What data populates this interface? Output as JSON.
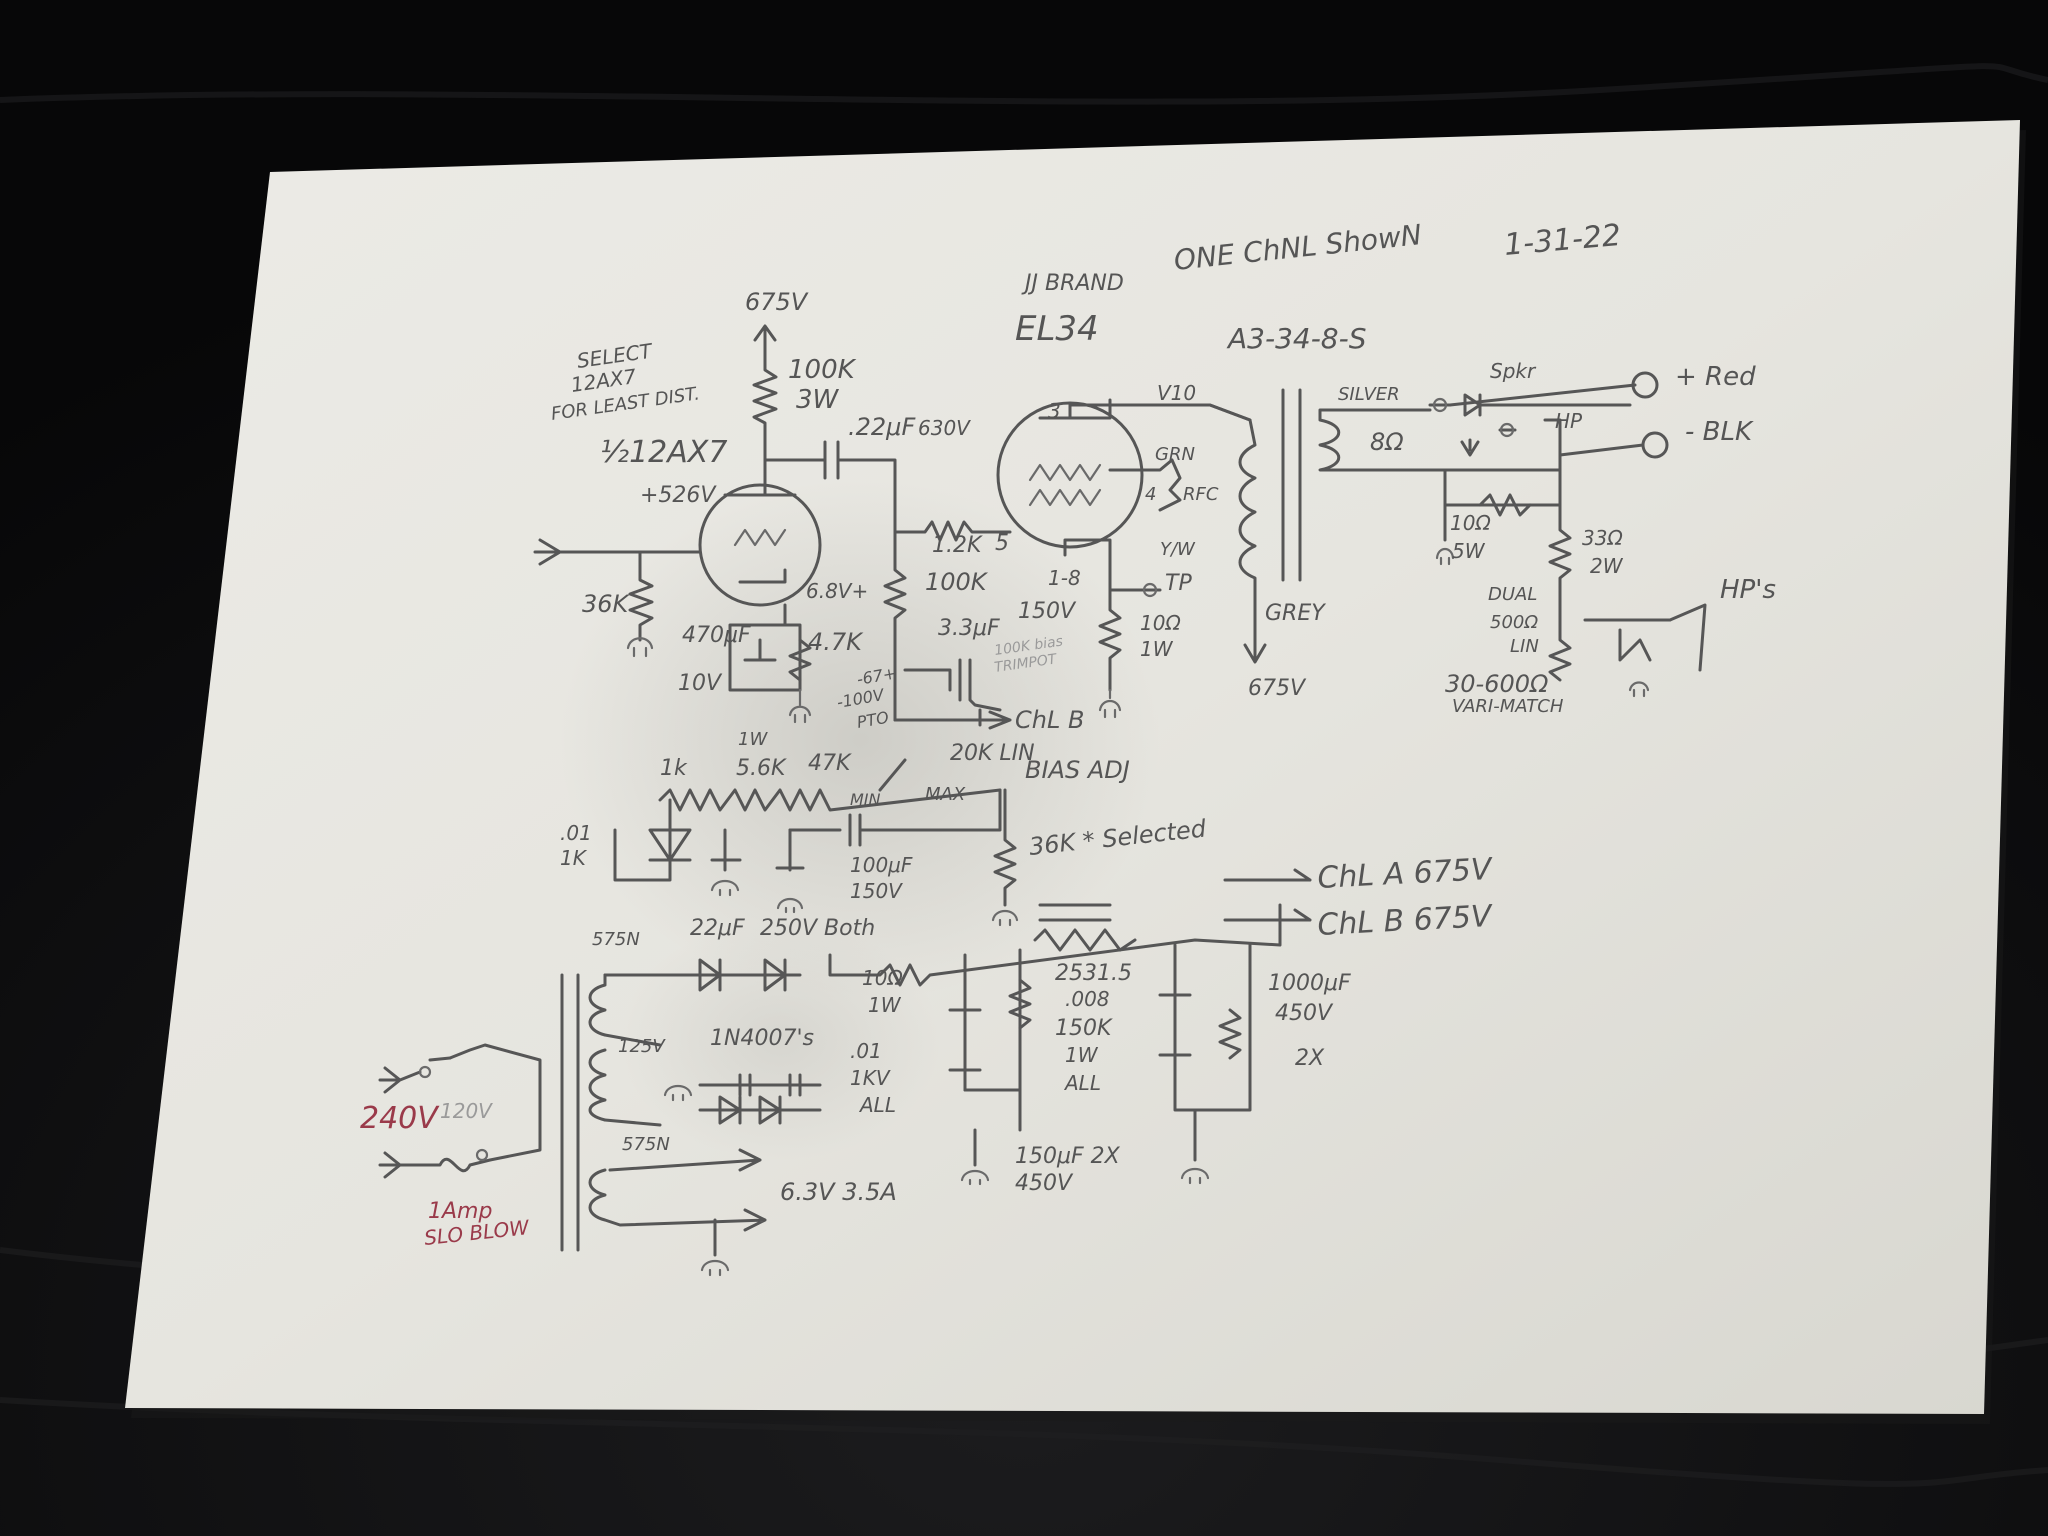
{
  "header": {
    "one_channel": "ONE ChNL ShowN",
    "date": "1-31-22",
    "tube_brand": "JJ BRAND",
    "power_tube": "EL34",
    "transformer": "A3-34-8-S"
  },
  "preamp": {
    "b_plus": "675V",
    "plate_res": "100K",
    "plate_res_watt": "3W",
    "select_note_1": "SELECT",
    "select_note_2": "12AX7",
    "select_note_3": "FOR LEAST DIST.",
    "tube": "½12AX7",
    "plate_voltage": "+526V",
    "coupling_cap": ".22μF",
    "coupling_cap_v": "630V",
    "grid_res": "36K",
    "cathode_v": "6.8V+",
    "cathode_cap": "470μF",
    "cathode_cap_v": "10V",
    "cathode_res": "4.7K",
    "res_1w": "1W"
  },
  "power": {
    "grid_stop": "1.2K",
    "pin5": "5",
    "pin3": "3",
    "grid_leak": "100K",
    "pins_18": "1-8",
    "bypass_cap": "3.3μF",
    "bypass_cap_v": "150V",
    "faint_note_1": "100K bias",
    "faint_note_2": "TRIMPOT",
    "cathode_res": "10Ω",
    "cathode_res_w": "1W",
    "bias_note_1": "-67+",
    "bias_note_2": "-100V",
    "bias_note_3": "PTO",
    "ch_b": "ChL B",
    "pot": "20K LIN",
    "bias_adj": "BIAS ADJ",
    "v10": "V10",
    "grn": "GRN",
    "rfc": "RFC",
    "four": "4",
    "ylw": "Y/W",
    "tp": "TP",
    "grey": "GREY",
    "b_plus_bottom": "675V"
  },
  "output": {
    "silver": "SILVER",
    "spkr": "Spkr",
    "red": "+ Red",
    "blk": "- BLK",
    "hp": "HP",
    "impedance": "8Ω",
    "res_a": "10Ω",
    "res_a_w": "5W",
    "res_b": "33Ω",
    "res_b_w": "2W",
    "dual": "DUAL",
    "pot": "500Ω",
    "pot_type": "LIN",
    "hps": "HP's",
    "range": "30-600Ω",
    "varimatch": "VARI-MATCH"
  },
  "bias_supply": {
    "r1": "1k",
    "r2": "5.6K",
    "r3": "47K",
    "min": "MIN",
    "max": "MAX",
    "cap_01": ".01",
    "res_1k": "1K",
    "cap_100": "100μF",
    "cap_100_v": "150V",
    "selected": "36K * Selected"
  },
  "psu": {
    "ch_a": "ChL A 675V",
    "ch_b": "ChL B 675V",
    "sec_575_top": "575N",
    "sec_125": "125V",
    "sec_575_bot": "575N",
    "caps_22": "22μF",
    "caps_22_v": "250V Both",
    "diodes": "1N4007's",
    "cap_01": ".01",
    "cap_01_v": "1KV",
    "cap_all": "ALL",
    "res_10": "10Ω",
    "res_10_w": "1W",
    "choke": "2531.5",
    "res_008": ".008",
    "res_150k": "150K",
    "res_150k_w": "1W",
    "res_all": "ALL",
    "cap_1000": "1000μF",
    "cap_1000_v": "450V",
    "cap_1000_x": "2X",
    "cap_150": "150μF 2X",
    "cap_150_v": "450V",
    "heater": "6.3V 3.5A",
    "mains_v": "240V",
    "mains_v_crossed": "120V",
    "fuse_1": "1Amp",
    "fuse_2": "SLO BLOW"
  }
}
